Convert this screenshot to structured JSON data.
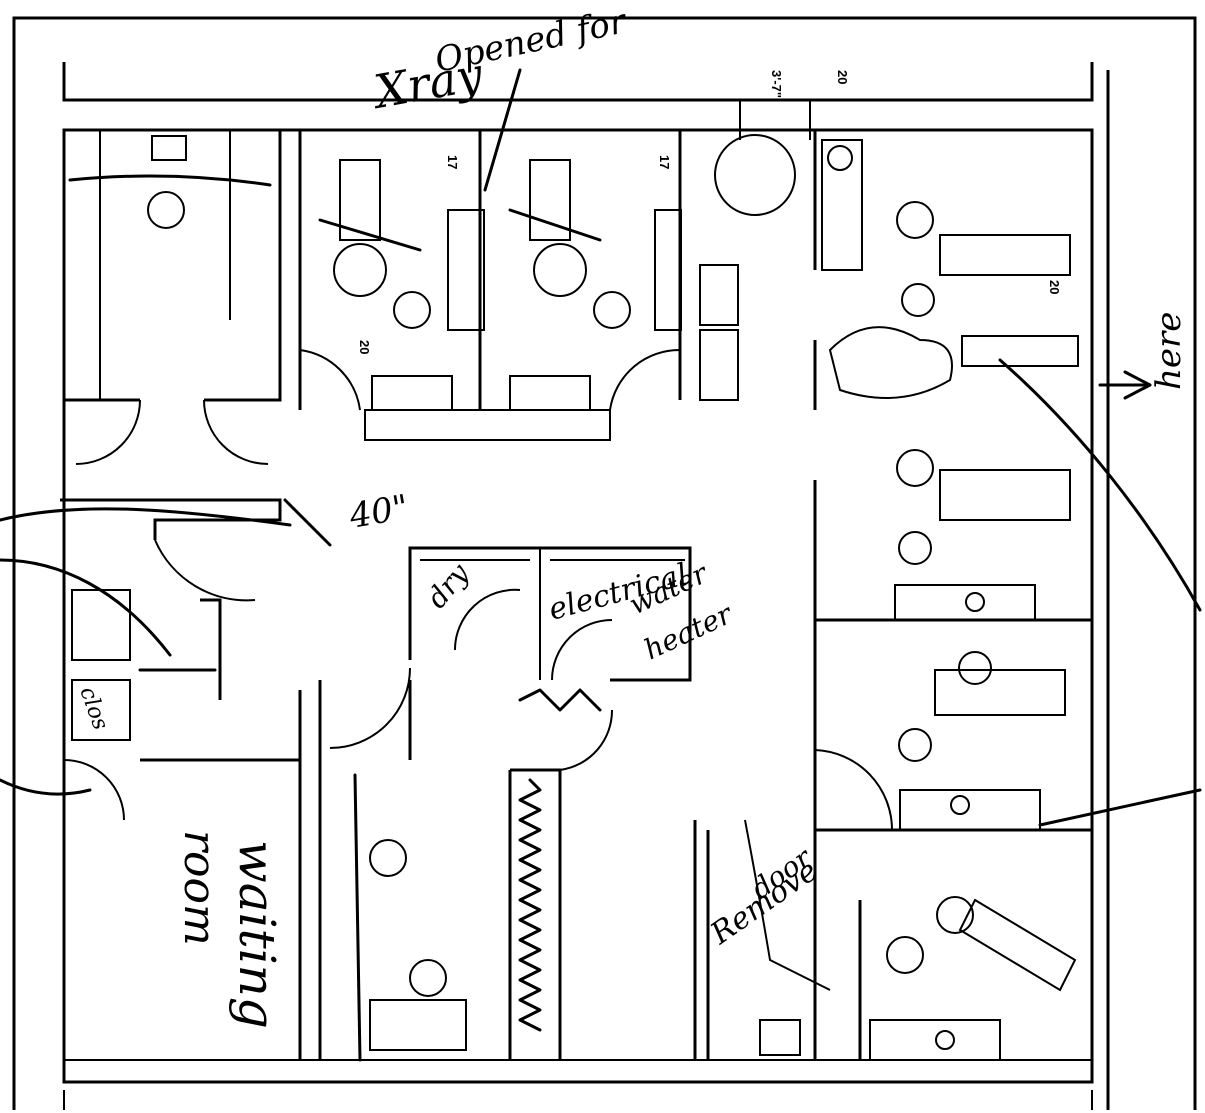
{
  "drawing": {
    "type": "dental office floor plan markup",
    "handwritten_notes": {
      "xray": "Xray",
      "opened_for": "Opened for",
      "dim_40": "40\"",
      "dry": "dry",
      "electrical": "electrical",
      "water_heater_1": "water",
      "water_heater_2": "heater",
      "waiting_room_1": "waiting",
      "waiting_room_2": "room",
      "remove_door_1": "Remove",
      "remove_door_2": "door",
      "closet": "clos",
      "mark_right": "here"
    },
    "printed_labels": {
      "dim_top": "3'-7\"",
      "tag_20_top": "20",
      "tag_17_left": "17",
      "tag_17_right": "17",
      "tag_20_left": "20",
      "tag_20_right": "20"
    }
  }
}
